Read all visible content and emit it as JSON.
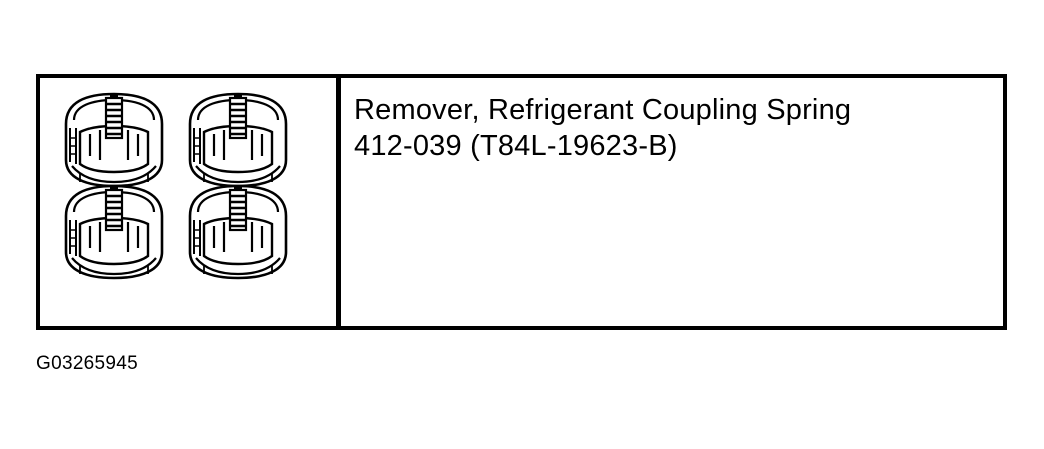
{
  "tool": {
    "name": "Remover, Refrigerant Coupling Spring",
    "part_number": "412-039 (T84L-19623-B)"
  },
  "figure": {
    "id": "G03265945"
  },
  "illustration": {
    "icon": "spring-coupling-remover-tool-icon",
    "count": 4,
    "colors": {
      "line": "#000000",
      "fill": "#ffffff"
    }
  }
}
